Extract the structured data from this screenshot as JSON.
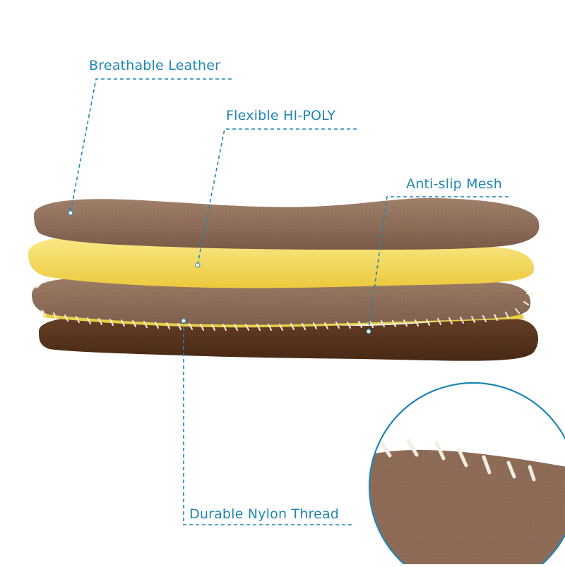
{
  "labels": {
    "breathable_leather": "Breathable Leather",
    "flexible_hipoly": "Flexible HI-POLY",
    "anti_slip_mesh": "Anti-slip Mesh",
    "durable_nylon_thread": "Durable Nylon Thread"
  },
  "colors": {
    "callout": "#1f86b4",
    "leather": "#8c6a55",
    "foam": "#f2d75a",
    "mesh": "#5a351e",
    "thread": "#f1eadf"
  }
}
